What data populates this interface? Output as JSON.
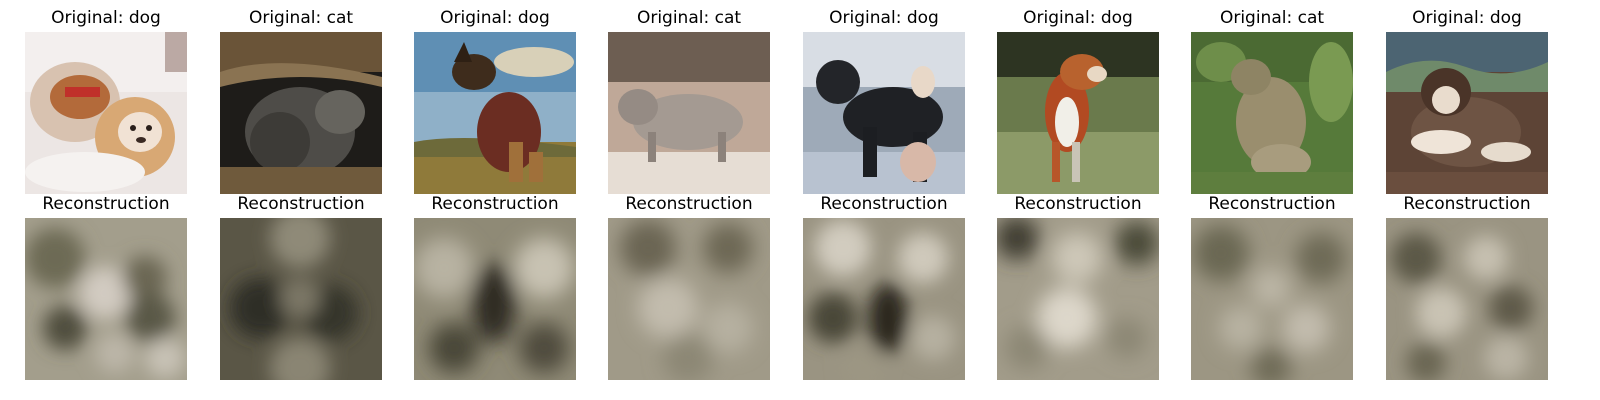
{
  "columns": [
    {
      "original_title": "Original: dog",
      "reconstruction_title": "Reconstruction",
      "original_image": "small puppy lying on white blanket with red harness",
      "reconstruction_image": "blurry reconstruction"
    },
    {
      "original_title": "Original: cat",
      "reconstruction_title": "Reconstruction",
      "original_image": "grey tabby cat in dark den",
      "reconstruction_image": "blurry reconstruction"
    },
    {
      "original_title": "Original: dog",
      "reconstruction_title": "Reconstruction",
      "original_image": "dog in red coat sitting against sky",
      "reconstruction_image": "blurry reconstruction"
    },
    {
      "original_title": "Original: cat",
      "reconstruction_title": "Reconstruction",
      "original_image": "lynx walking in dry grass",
      "reconstruction_image": "blurry reconstruction"
    },
    {
      "original_title": "Original: dog",
      "reconstruction_title": "Reconstruction",
      "original_image": "black poodle standing on street",
      "reconstruction_image": "blurry reconstruction"
    },
    {
      "original_title": "Original: dog",
      "reconstruction_title": "Reconstruction",
      "original_image": "brown and white dog in tall grass",
      "reconstruction_image": "blurry reconstruction"
    },
    {
      "original_title": "Original: cat",
      "reconstruction_title": "Reconstruction",
      "original_image": "cougar in green grass",
      "reconstruction_image": "blurry reconstruction"
    },
    {
      "original_title": "Original: dog",
      "reconstruction_title": "Reconstruction",
      "original_image": "malamute puppy lying on dirt",
      "reconstruction_image": "blurry reconstruction"
    }
  ]
}
